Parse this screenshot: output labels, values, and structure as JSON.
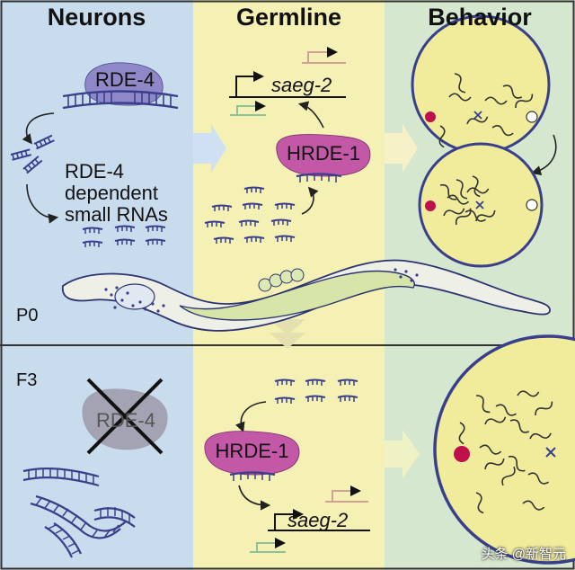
{
  "headers": {
    "neurons": "Neurons",
    "germline": "Germline",
    "behavior": "Behavior"
  },
  "proteins": {
    "rde4": "RDE-4",
    "hrde1": "HRDE-1"
  },
  "gene": "saeg-2",
  "neurons_label": [
    "RDE-4",
    "dependent",
    "small RNAs"
  ],
  "generations": {
    "p0": "P0",
    "f3": "F3"
  },
  "watermark": "头条 @新智元",
  "colors": {
    "neurons_bg": "#c9dcee",
    "germline_bg": "#f5f0b4",
    "behavior_bg": "#d5e8cf",
    "rde4": "#8f88c8",
    "hrde1": "#c258a6",
    "rna": "#3a3f8c",
    "plate": "#f0ec9c",
    "plate_border": "#3a3f8c",
    "dot_red": "#c0104c"
  },
  "icons": [
    "curved-arrow-icon",
    "gene-promoter-arrow-icon",
    "flow-chevron-icon",
    "cross-out-icon"
  ]
}
